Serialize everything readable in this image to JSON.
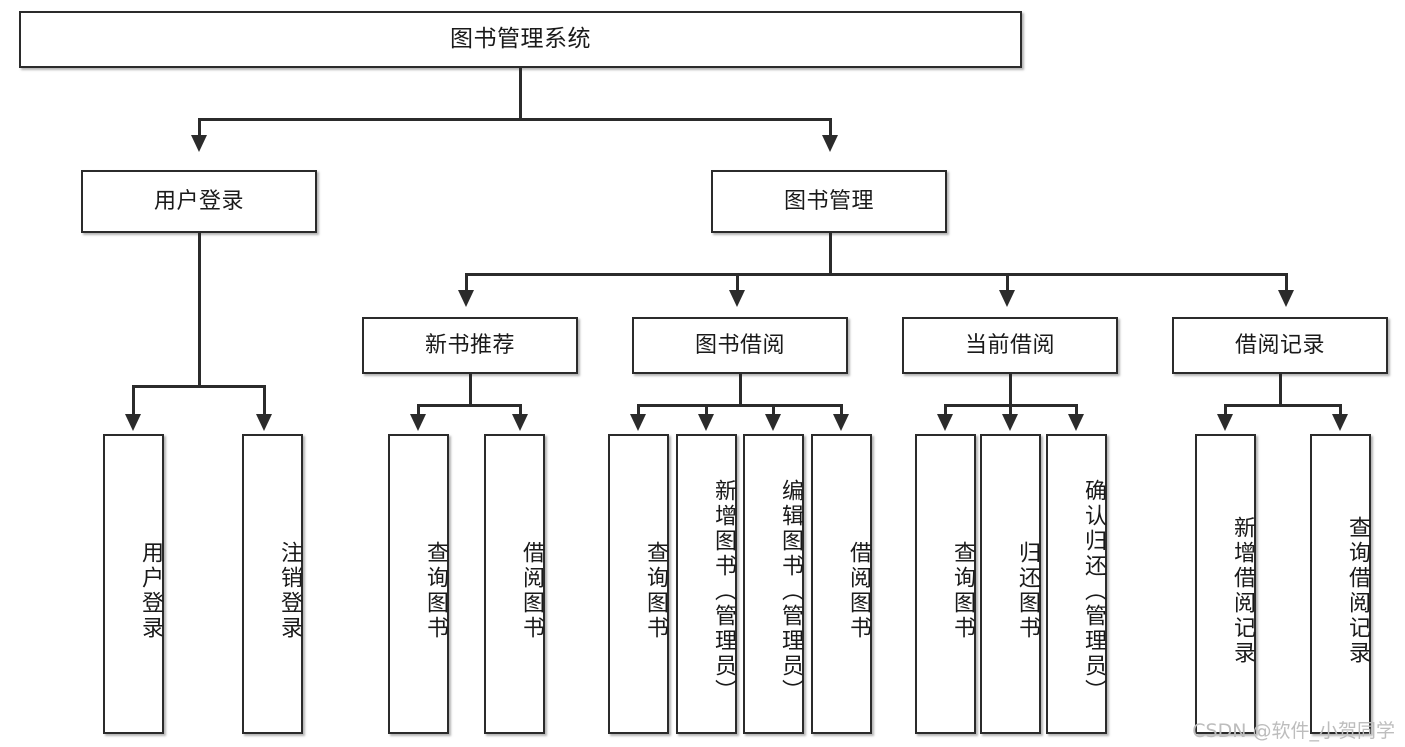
{
  "diagram": {
    "type": "tree",
    "title": "图书管理系统",
    "root": {
      "label": "图书管理系统"
    },
    "level2": [
      {
        "label": "用户登录"
      },
      {
        "label": "图书管理"
      }
    ],
    "level3": [
      {
        "label": "新书推荐"
      },
      {
        "label": "图书借阅"
      },
      {
        "label": "当前借阅"
      },
      {
        "label": "借阅记录"
      }
    ],
    "leaves": {
      "user_login": [
        {
          "label": "用户登录"
        },
        {
          "label": "注销登录"
        }
      ],
      "new_book": [
        {
          "label": "查询图书"
        },
        {
          "label": "借阅图书"
        }
      ],
      "borrow_book": [
        {
          "label": "查询图书"
        },
        {
          "label": "新增图书（管理员）"
        },
        {
          "label": "编辑图书（管理员）"
        },
        {
          "label": "借阅图书"
        }
      ],
      "current_borrow": [
        {
          "label": "查询图书"
        },
        {
          "label": "归还图书"
        },
        {
          "label": "确认归还（管理员）"
        }
      ],
      "borrow_record": [
        {
          "label": "新增借阅记录"
        },
        {
          "label": "查询借阅记录"
        }
      ]
    }
  },
  "watermark": {
    "text": "CSDN @软件_小贺同学"
  },
  "colors": {
    "stroke": "#2b2b2b",
    "fill": "#ffffff",
    "text": "#1a1a1a",
    "watermark": "#bdbdbd"
  }
}
